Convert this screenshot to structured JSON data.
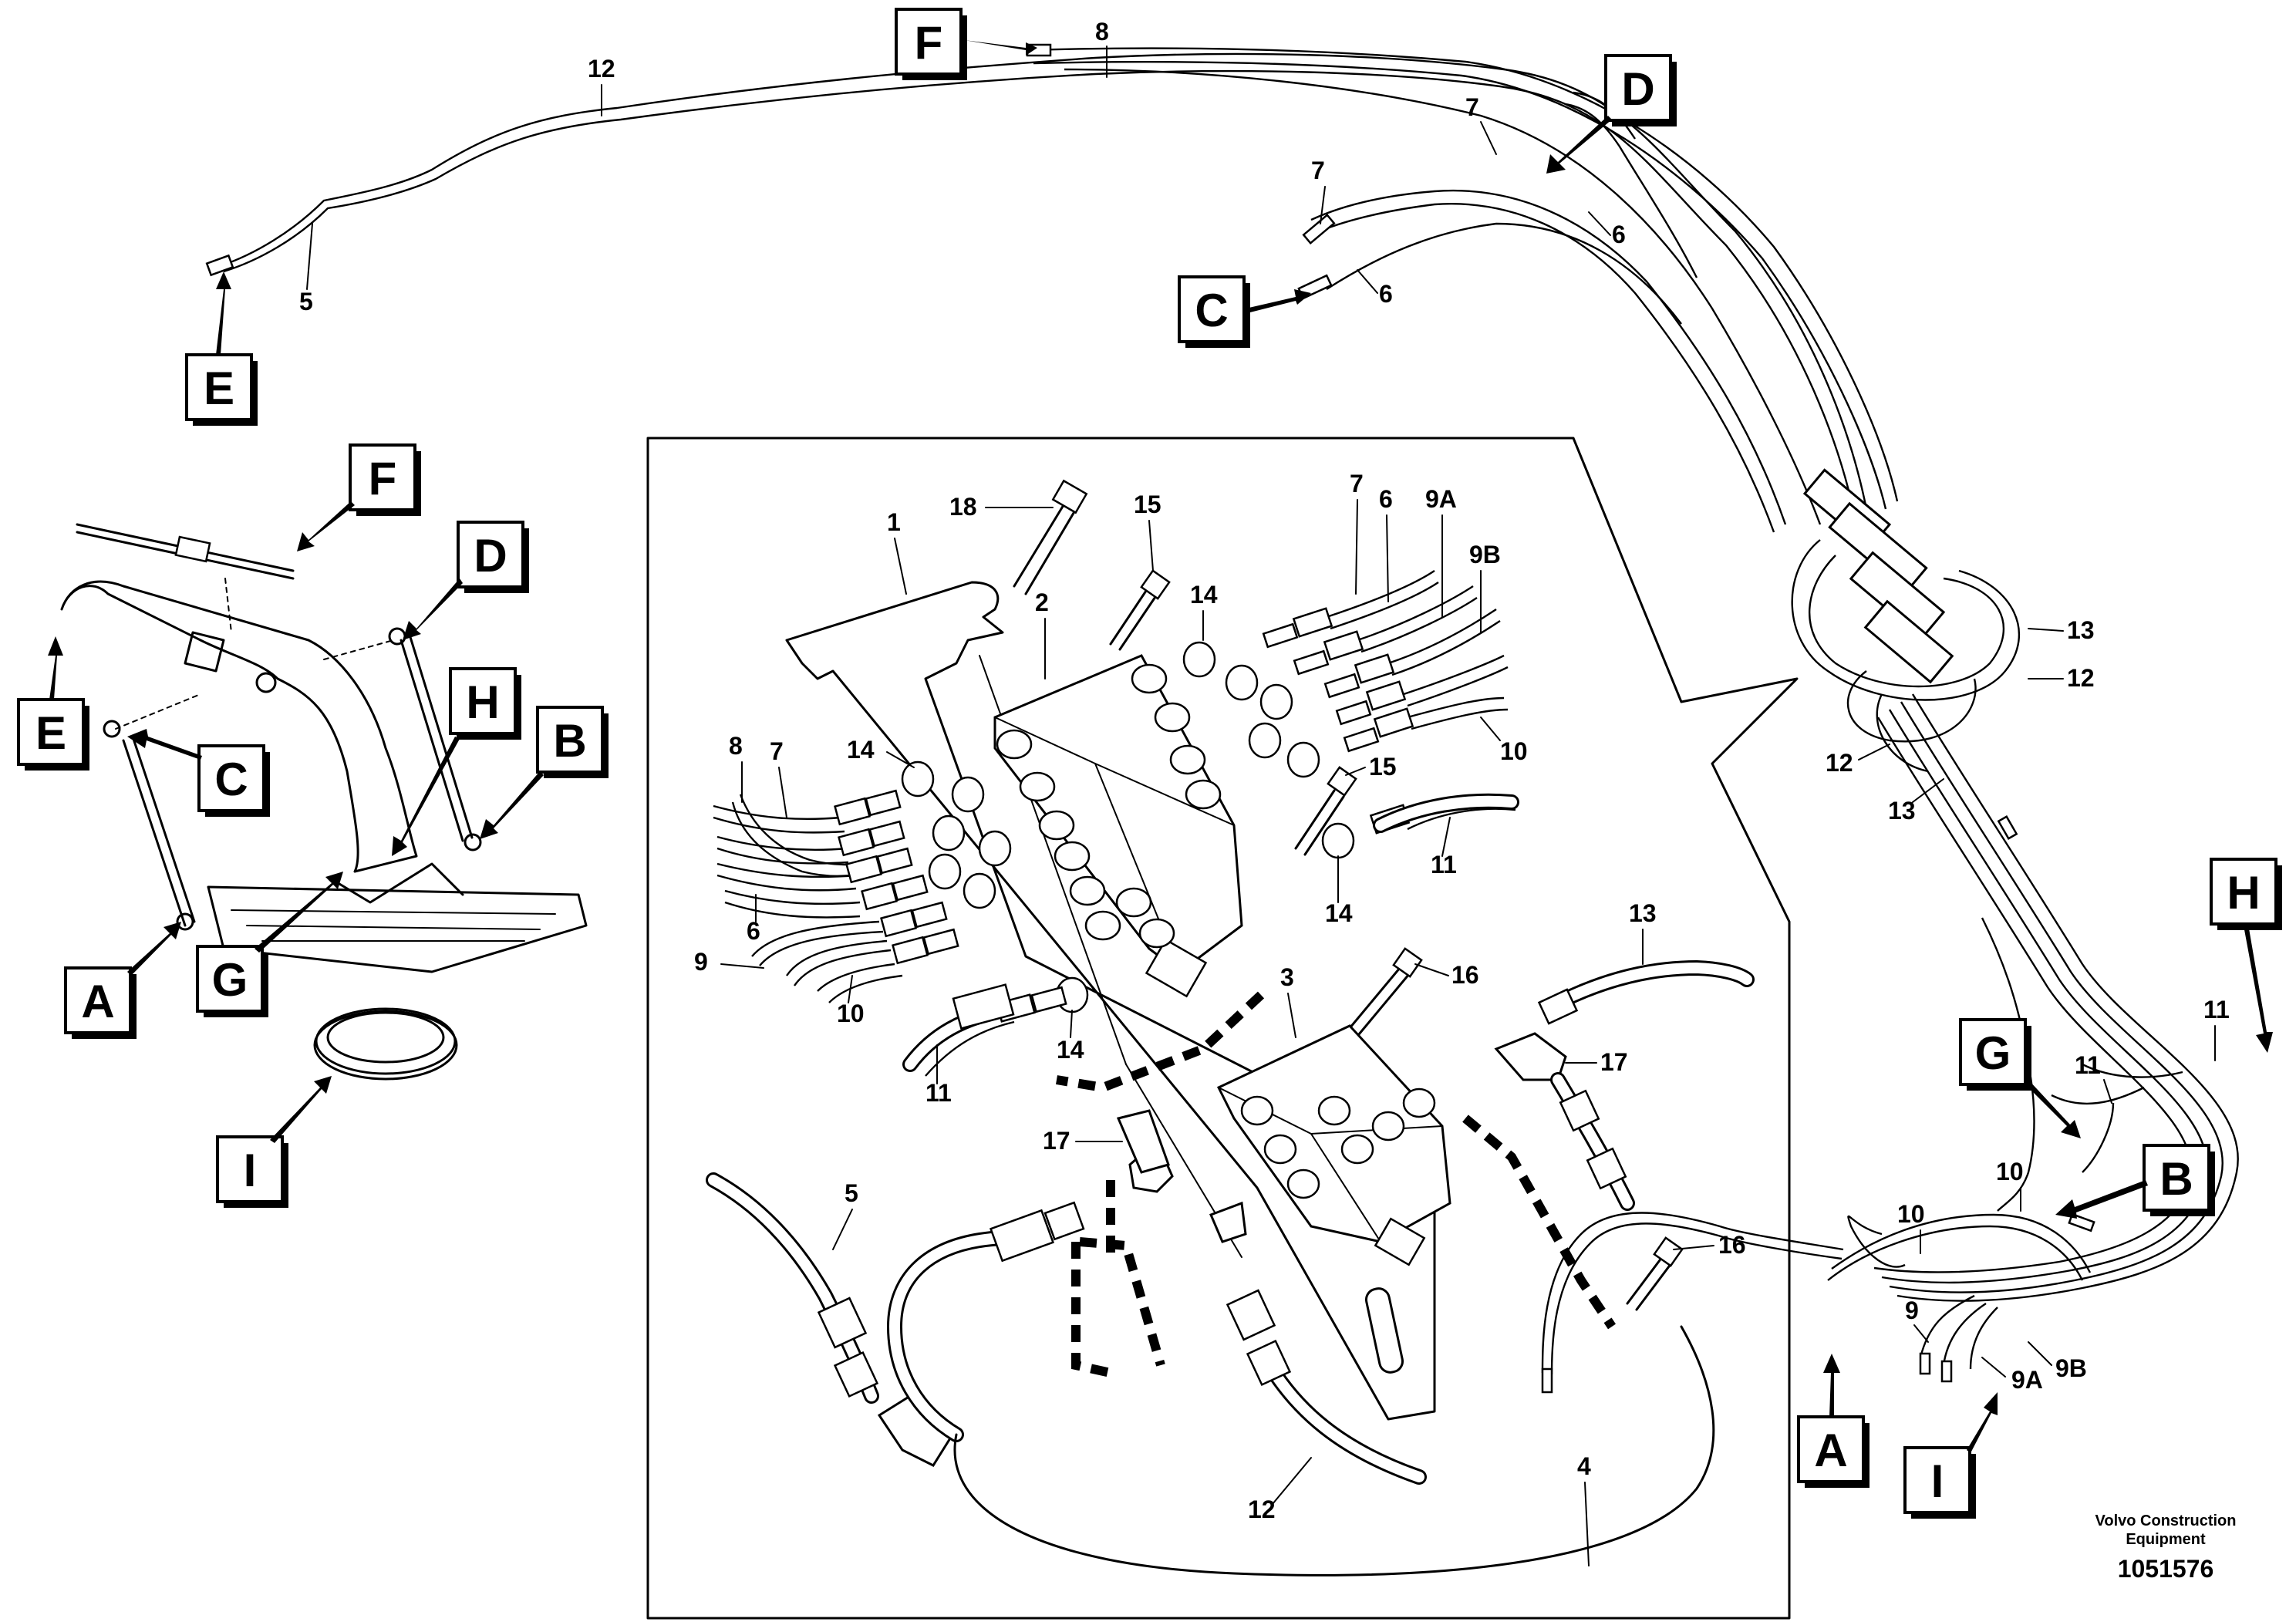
{
  "callouts": {
    "a1": "A",
    "b1": "B",
    "c1": "C",
    "d1": "D",
    "e1": "E",
    "f1": "F",
    "g1": "G",
    "h1": "H",
    "i1": "I",
    "a2": "A",
    "b2": "B",
    "c2": "C",
    "d2": "D",
    "e2": "E",
    "f2": "F",
    "g2": "G",
    "h2": "H",
    "i2": "I"
  },
  "parts": {
    "p1": "1",
    "p2": "2",
    "p3": "3",
    "p4": "4",
    "p5": "5",
    "p6": "6",
    "p7": "7",
    "p8": "8",
    "p9": "9",
    "p9a": "9A",
    "p9b": "9B",
    "p10": "10",
    "p11": "11",
    "p12": "12",
    "p13": "13",
    "p14": "14",
    "p15": "15",
    "p16": "16",
    "p17": "17",
    "p18": "18"
  },
  "footer": {
    "company_line1": "Volvo Construction",
    "company_line2": "Equipment",
    "drawing_number": "1051576"
  }
}
